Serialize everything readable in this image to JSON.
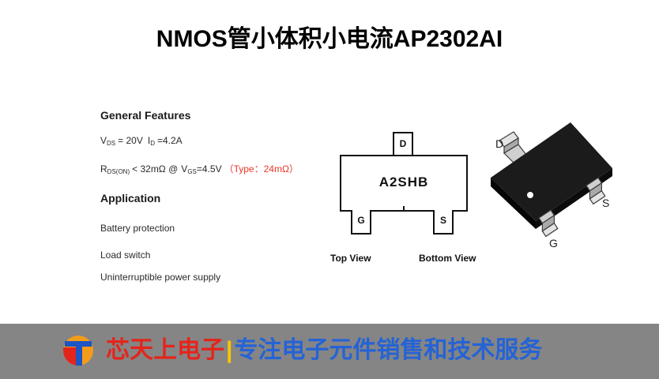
{
  "title": "NMOS管小体积小电流AP2302AI",
  "features": {
    "heading": "General Features",
    "line1": {
      "vds_symbol": "V",
      "vds_sub": "DS",
      "vds_value": "= 20V",
      "id_symbol": "I",
      "id_sub": "D",
      "id_value": "=4.2A"
    },
    "line2": {
      "rds_symbol": "R",
      "rds_sub": "DS(ON)",
      "rds_value": "< 32mΩ @",
      "vgs_symbol": "V",
      "vgs_sub": "GS",
      "vgs_value": "=4.5V",
      "typ_note": "（Type：24mΩ）"
    }
  },
  "application": {
    "heading": "Application",
    "items": [
      "Battery protection",
      "Load switch",
      "Uninterruptible power supply"
    ]
  },
  "package_top_view": {
    "marking": "A2SHB",
    "pin_top": "D",
    "pin_bottom_left": "G",
    "pin_bottom_right": "S",
    "top_view_label": "Top View",
    "bottom_view_label": "Bottom View"
  },
  "package_3d": {
    "pin_d": "D",
    "pin_s": "S",
    "pin_g": "G"
  },
  "footer": {
    "company": "芯天上电子",
    "separator": "|",
    "slogan": "专注电子元件销售和技术服务"
  },
  "colors": {
    "typ_note": "#e8362a",
    "footer_bg": "#858585",
    "company": "#e3251c",
    "separator": "#f7c600",
    "slogan": "#2563d6",
    "package_body": "#1b1b1b",
    "lead": "#cfcfcf"
  },
  "icons": {
    "footer_logo": "company-logo-icon"
  }
}
